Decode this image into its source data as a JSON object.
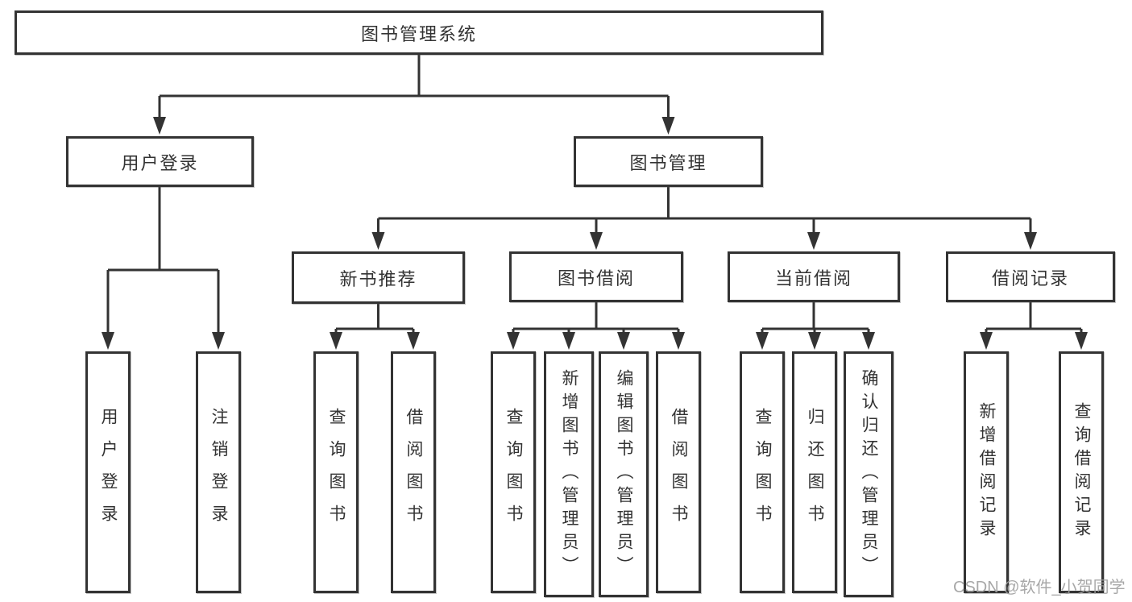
{
  "diagram": {
    "root": "图书管理系统",
    "level1": [
      {
        "label": "用户登录",
        "leaves": [
          "用户登录",
          "注销登录"
        ]
      },
      {
        "label": "图书管理",
        "sections": [
          {
            "label": "新书推荐",
            "leaves": [
              "查询图书",
              "借阅图书"
            ]
          },
          {
            "label": "图书借阅",
            "leaves": [
              "查询图书",
              "新增图书（管理员）",
              "编辑图书（管理员）",
              "借阅图书"
            ]
          },
          {
            "label": "当前借阅",
            "leaves": [
              "查询图书",
              "归还图书",
              "确认归还（管理员）"
            ]
          },
          {
            "label": "借阅记录",
            "leaves": [
              "新增借阅记录",
              "查询借阅记录"
            ]
          }
        ]
      }
    ]
  },
  "watermark": "CSDN @软件_小贺同学",
  "colors": {
    "line": "#333333",
    "text": "#333333",
    "box_background": "#ffffff",
    "watermark": "#9e9e9e"
  }
}
